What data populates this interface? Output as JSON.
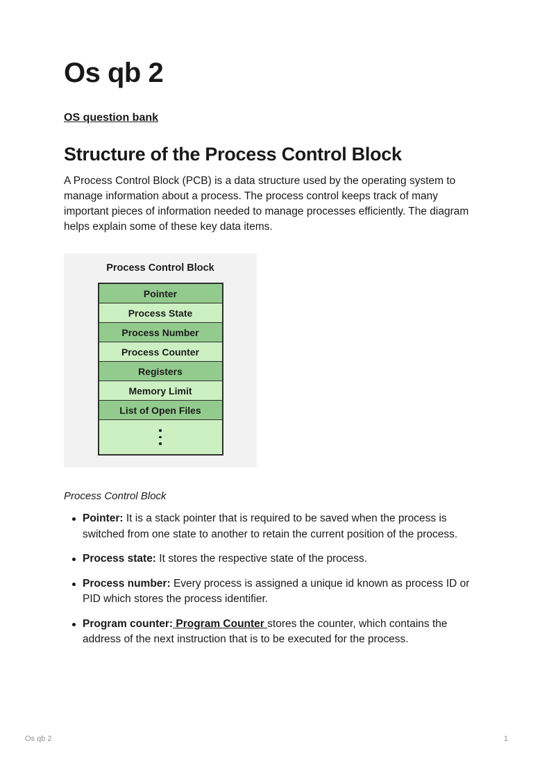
{
  "page": {
    "title": "Os qb 2",
    "breadcrumb_link": "OS question bank"
  },
  "section": {
    "heading": "Structure of the Process Control Block",
    "intro": "A Process Control Block (PCB) is a data structure used by the operating system to manage information about a process. The process control keeps track of many important pieces of information needed to manage processes efficiently. The diagram helps explain some of these key data items."
  },
  "figure": {
    "title": "Process Control Block",
    "rows": [
      "Pointer",
      "Process State",
      "Process Number",
      "Process Counter",
      "Registers",
      "Memory Limit",
      "List of Open Files"
    ],
    "ellipsis_icon": "vertical-dots",
    "caption": "Process Control Block"
  },
  "bullets": [
    {
      "label": "Pointer:",
      "text": " It is a stack pointer that is required to be saved when the process is switched from one state to another to retain the current position of the process."
    },
    {
      "label": "Process state:",
      "text": " It stores the respective state of the process."
    },
    {
      "label": "Process number:",
      "text": " Every process is assigned a unique id known as process ID or PID which stores the process identifier."
    },
    {
      "label": "Program counter:",
      "link": " Program Counter ",
      "text": "stores the counter, which contains the address of the next instruction that is to be executed for the process."
    }
  ],
  "footer": {
    "left": "Os qb 2",
    "page_number": "1"
  },
  "colors": {
    "row-dark": "#92cb8d",
    "row-light": "#cdf0c3",
    "panel-bg": "#f2f2f2",
    "table-border": "#2e2e2e",
    "footer-text": "#8f8f8f",
    "text-color": "#191919"
  }
}
